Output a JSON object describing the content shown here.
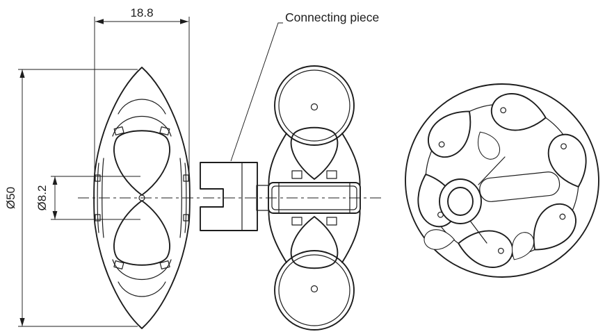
{
  "drawing": {
    "dimensions": {
      "width": "18.8",
      "outer_diameter": "Ø50",
      "bore_diameter": "Ø8.2"
    },
    "annotations": {
      "connecting_piece": "Connecting piece"
    },
    "colors": {
      "line": "#1d1d1d",
      "background": "#ffffff"
    }
  }
}
